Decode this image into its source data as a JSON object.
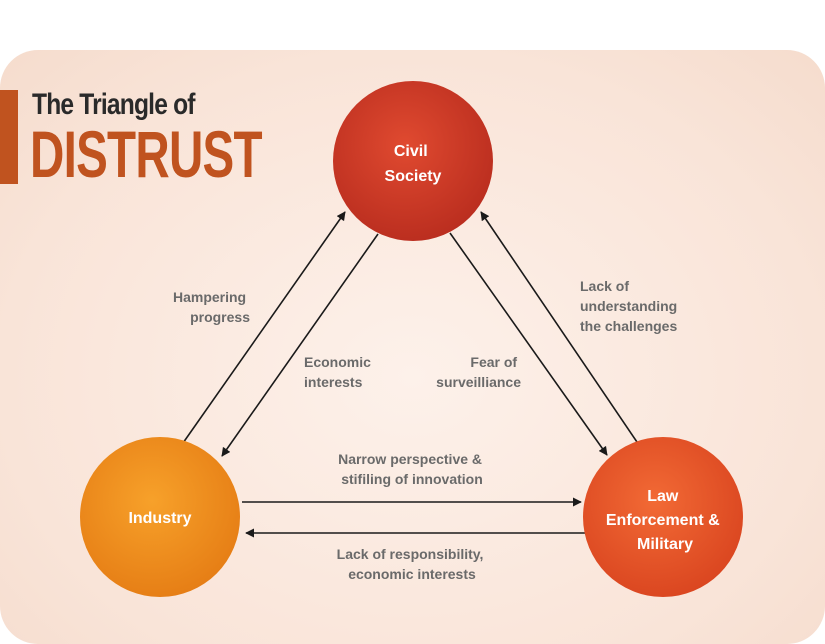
{
  "title": {
    "line1": "The Triangle of",
    "line2": "DISTRUST"
  },
  "colors": {
    "accent": "#c0531f",
    "civil_society": "#cf3b28",
    "industry": "#f08c1e",
    "law_enforcement": "#e9542a",
    "arrow": "#1a1a1a",
    "label": "#6a6a6a"
  },
  "nodes": {
    "civil_society": [
      "Civil",
      "Society"
    ],
    "industry": [
      "Industry"
    ],
    "law_enforcement": [
      "Law",
      "Enforcement &",
      "Military"
    ]
  },
  "edges": {
    "industry_to_civil": [
      "Hampering",
      "progress"
    ],
    "civil_to_industry": [
      "Economic",
      "interests"
    ],
    "civil_to_law": [
      "Fear of",
      "surveilliance"
    ],
    "law_to_civil": [
      "Lack of",
      "understanding",
      "the challenges"
    ],
    "industry_to_law": [
      "Narrow perspective &",
      "stifiling of innovation"
    ],
    "law_to_industry": [
      "Lack of responsibility,",
      "economic interests"
    ]
  }
}
